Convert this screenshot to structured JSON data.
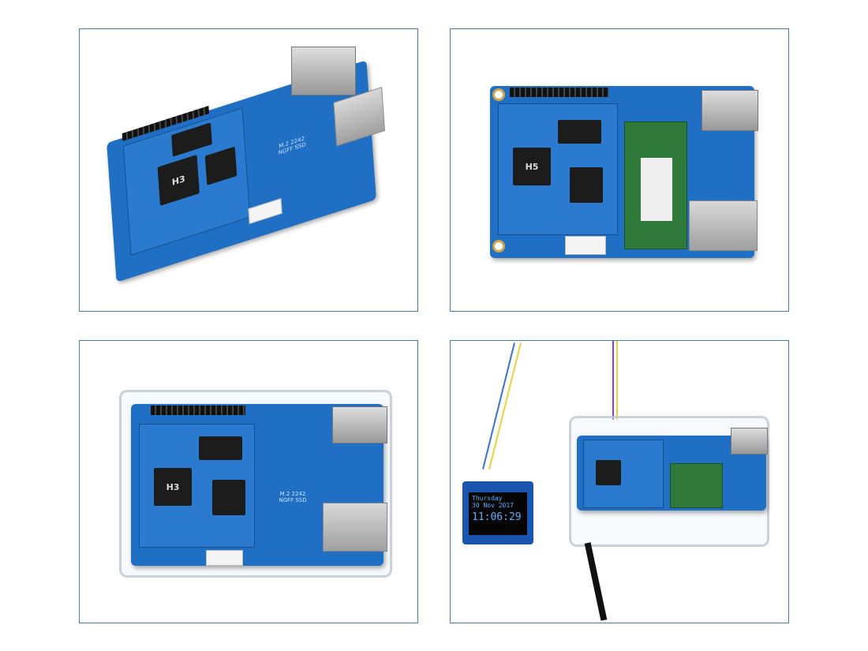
{
  "panels": [
    {
      "view": "angled-board",
      "chips": {
        "soc": "H3"
      },
      "silkscreen": {
        "ssd": "M.2 2242\nNGFF SSD"
      }
    },
    {
      "view": "top-with-ssd",
      "chips": {
        "soc": "H5"
      }
    },
    {
      "view": "in-case",
      "chips": {
        "soc": "H3"
      },
      "silkscreen": {
        "ssd_line1": "M.2 2242",
        "ssd_line2": "NGFF SSD"
      }
    },
    {
      "view": "case-with-oled",
      "oled": {
        "day": "Thursday",
        "date": "30 Nov 2017",
        "time": "11:06:29"
      }
    }
  ],
  "colors": {
    "frame_border": "#4a7bab",
    "pcb": "#1f6fc4",
    "oled_text": "#5ab0ff"
  }
}
